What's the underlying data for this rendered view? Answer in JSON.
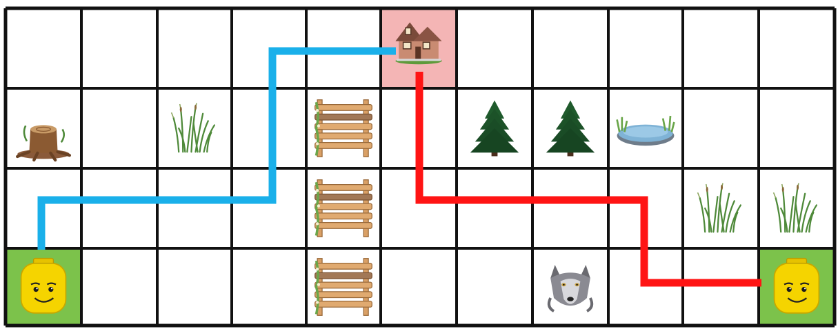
{
  "board": {
    "columns": 11,
    "rows": 4,
    "colors": {
      "background": "#ffffff",
      "grid_line": "#111111",
      "home_cell": "#f4b5b5",
      "player_cell": "#7cc24b",
      "blue_path": "#1ab0ea",
      "red_path": "#ff1414"
    },
    "cells": [
      {
        "row": 0,
        "col": 5,
        "highlight": "home_cell",
        "item": "house",
        "name": "house-icon"
      },
      {
        "row": 1,
        "col": 0,
        "item": "stump",
        "name": "tree-stump-icon"
      },
      {
        "row": 1,
        "col": 2,
        "item": "grass",
        "name": "grass-icon"
      },
      {
        "row": 1,
        "col": 4,
        "item": "fence",
        "name": "fence-icon"
      },
      {
        "row": 1,
        "col": 6,
        "item": "tree",
        "name": "pine-tree-icon"
      },
      {
        "row": 1,
        "col": 7,
        "item": "tree",
        "name": "pine-tree-icon"
      },
      {
        "row": 1,
        "col": 8,
        "item": "pond",
        "name": "pond-icon"
      },
      {
        "row": 2,
        "col": 4,
        "item": "fence",
        "name": "fence-icon"
      },
      {
        "row": 2,
        "col": 9,
        "item": "grass",
        "name": "grass-icon"
      },
      {
        "row": 2,
        "col": 10,
        "item": "grass",
        "name": "grass-icon"
      },
      {
        "row": 3,
        "col": 0,
        "highlight": "player_cell",
        "item": "face",
        "name": "player-head-left-icon"
      },
      {
        "row": 3,
        "col": 4,
        "item": "fence",
        "name": "fence-icon"
      },
      {
        "row": 3,
        "col": 7,
        "item": "wolf",
        "name": "wolf-icon"
      },
      {
        "row": 3,
        "col": 10,
        "highlight": "player_cell",
        "item": "face",
        "name": "player-head-right-icon"
      }
    ],
    "paths": [
      {
        "name": "blue-path",
        "color": "blue_path",
        "from": "player-left",
        "to": "house"
      },
      {
        "name": "red-path",
        "color": "red_path",
        "from": "house",
        "to": "player-right"
      }
    ]
  }
}
